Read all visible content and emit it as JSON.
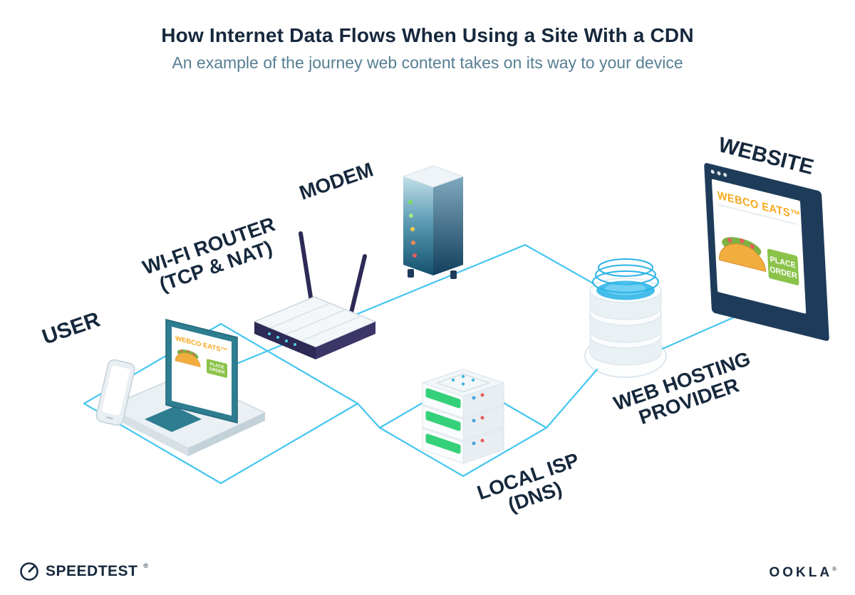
{
  "header": {
    "title": "How Internet Data Flows When Using a Site With a CDN",
    "subtitle": "An example of the journey web content takes on its way to your device"
  },
  "labels": {
    "user": "USER",
    "router_line1": "WI-FI ROUTER",
    "router_line2": "(TCP & NAT)",
    "modem": "MODEM",
    "isp_line1": "LOCAL ISP",
    "isp_line2": "(DNS)",
    "webhost_line1": "WEB HOSTING",
    "webhost_line2": "PROVIDER",
    "website": "WEBSITE"
  },
  "laptop_screen": {
    "brand": "WEBCO EATS™",
    "button_line1": "PLACE",
    "button_line2": "ORDER"
  },
  "browser_screen": {
    "brand": "WEBCO EATS™",
    "button_line1": "PLACE",
    "button_line2": "ORDER"
  },
  "icons": {
    "taco": "🌮",
    "speedtest_gauge": "gauge-icon"
  },
  "footer": {
    "speedtest": "SPEEDTEST",
    "speedtest_mark": "®",
    "ookla": "OOKLA",
    "ookla_mark": "®"
  },
  "colors": {
    "accent_cyan": "#45c6f0",
    "navy_text": "#16283c",
    "subtitle_teal": "#567f93",
    "device_teal": "#2e7d91",
    "router_navy": "#2d2a56",
    "browser_navy": "#1e3c5a",
    "brand_orange": "#f6a81c",
    "button_green": "#8bc34a",
    "server_led_green": "#35d17a",
    "water_blue": "#45bdea"
  }
}
